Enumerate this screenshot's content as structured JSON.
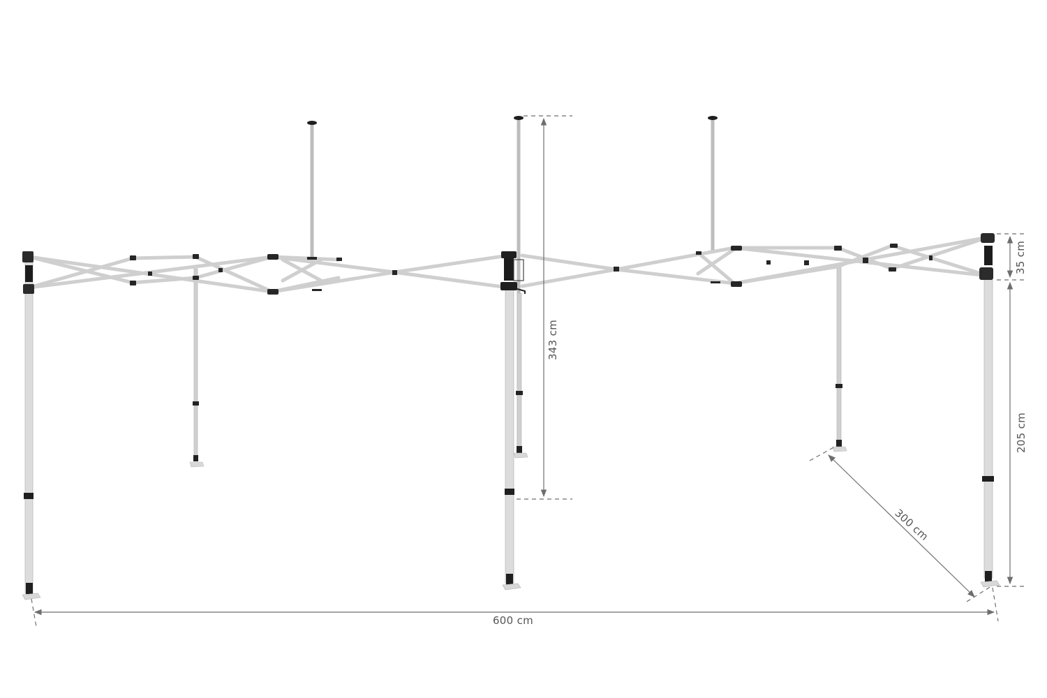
{
  "diagram": {
    "subject": "pop-up gazebo frame",
    "colors": {
      "background": "#ffffff",
      "frame": "#d8d8d8",
      "frame_edge": "#a8a8a8",
      "joint": "#2a2a2a",
      "dimension_line": "#6e6e6e",
      "label": "#555555"
    },
    "dimensions": {
      "total_height": {
        "label": "343 cm",
        "value": 343,
        "unit": "cm"
      },
      "roof_peak": {
        "label": "35 cm",
        "value": 35,
        "unit": "cm"
      },
      "leg_height": {
        "label": "205 cm",
        "value": 205,
        "unit": "cm"
      },
      "depth": {
        "label": "300 cm",
        "value": 300,
        "unit": "cm"
      },
      "width": {
        "label": "600 cm",
        "value": 600,
        "unit": "cm"
      }
    }
  }
}
